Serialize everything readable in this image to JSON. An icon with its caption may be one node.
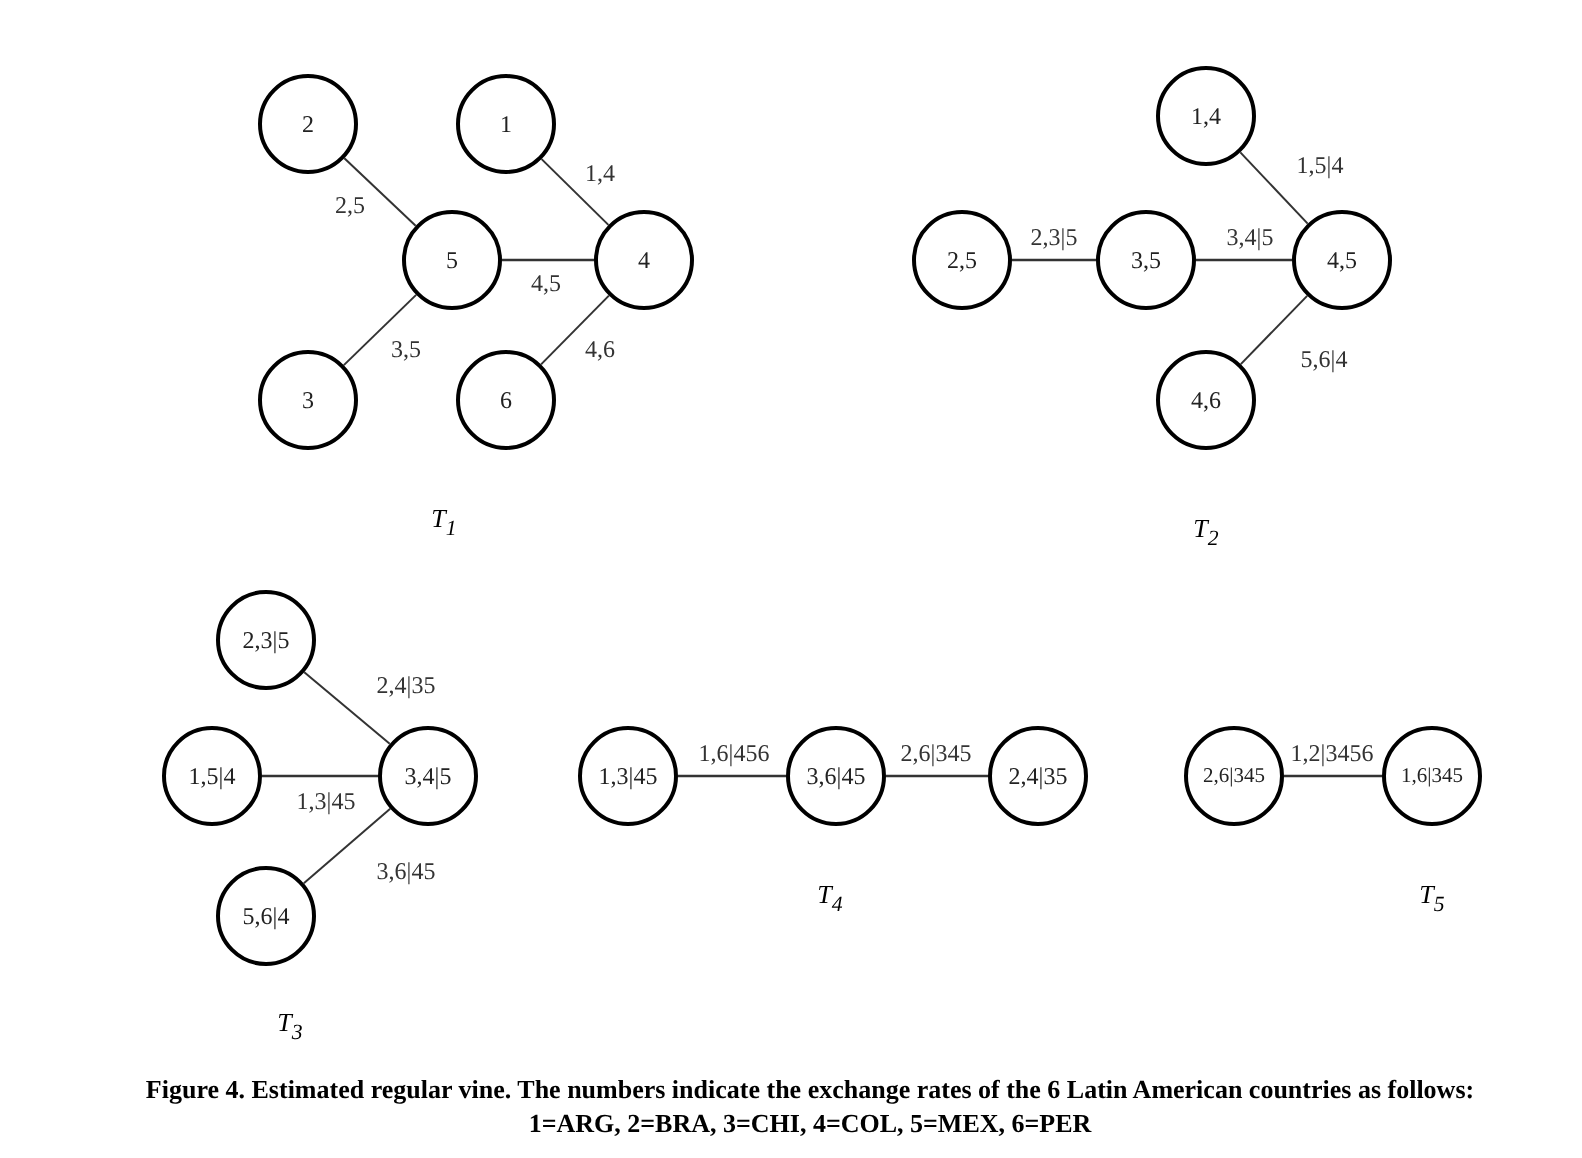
{
  "diagram": {
    "caption": "Figure 4. Estimated regular vine. The numbers indicate the exchange rates of the 6 Latin American countries as follows: 1=ARG, 2=BRA, 3=CHI, 4=COL, 5=MEX, 6=PER",
    "nodes": [
      {
        "text": [
          "2"
        ]
      },
      {
        "text": [
          "1"
        ]
      },
      {
        "text": [
          "5"
        ]
      },
      {
        "text": [
          "4"
        ]
      },
      {
        "text": [
          "3"
        ]
      },
      {
        "text": [
          "6"
        ]
      },
      {
        "text": [
          "1,4"
        ]
      },
      {
        "text": [
          "2,5"
        ]
      },
      {
        "text": [
          "3,5"
        ]
      },
      {
        "text": [
          "4,5"
        ]
      },
      {
        "text": [
          "4,6"
        ]
      },
      {
        "text": [
          "2,3|5"
        ]
      },
      {
        "text": [
          "1,5|4"
        ]
      },
      {
        "text": [
          "3,4|5"
        ]
      },
      {
        "text": [
          "5,6|4"
        ]
      },
      {
        "text": [
          "1,3|45"
        ]
      },
      {
        "text": [
          "3,6|45"
        ]
      },
      {
        "text": [
          "2,4|35"
        ]
      },
      {
        "text": [
          "2,6|345"
        ]
      },
      {
        "text": [
          "1,6|345"
        ]
      }
    ],
    "edges": [
      {
        "from": 0,
        "to": 2,
        "arrow": "none",
        "label": "2,5"
      },
      {
        "from": 1,
        "to": 3,
        "arrow": "none",
        "label": "1,4"
      },
      {
        "from": 2,
        "to": 3,
        "arrow": "none",
        "label": "4,5"
      },
      {
        "from": 2,
        "to": 4,
        "arrow": "none",
        "label": "3,5"
      },
      {
        "from": 3,
        "to": 5,
        "arrow": "none",
        "label": "4,6"
      },
      {
        "from": 7,
        "to": 8,
        "arrow": "none",
        "label": "2,3|5"
      },
      {
        "from": 8,
        "to": 9,
        "arrow": "none",
        "label": "3,4|5"
      },
      {
        "from": 6,
        "to": 9,
        "arrow": "none",
        "label": "1,5|4"
      },
      {
        "from": 9,
        "to": 10,
        "arrow": "none",
        "label": "5,6|4"
      },
      {
        "from": 11,
        "to": 13,
        "arrow": "none",
        "label": "2,4|35"
      },
      {
        "from": 12,
        "to": 13,
        "arrow": "none",
        "label": "1,3|45"
      },
      {
        "from": 13,
        "to": 14,
        "arrow": "none",
        "label": "3,6|45"
      },
      {
        "from": 15,
        "to": 16,
        "arrow": "none",
        "label": "1,6|456"
      },
      {
        "from": 16,
        "to": 17,
        "arrow": "none",
        "label": "2,6|345"
      },
      {
        "from": 18,
        "to": 19,
        "arrow": "none",
        "label": "1,2|3456"
      }
    ],
    "labels": [
      "T$_{1}$",
      "T$_{2}$",
      "T$_{3}$",
      "T$_{4}$",
      "T$_{5}$"
    ]
  }
}
